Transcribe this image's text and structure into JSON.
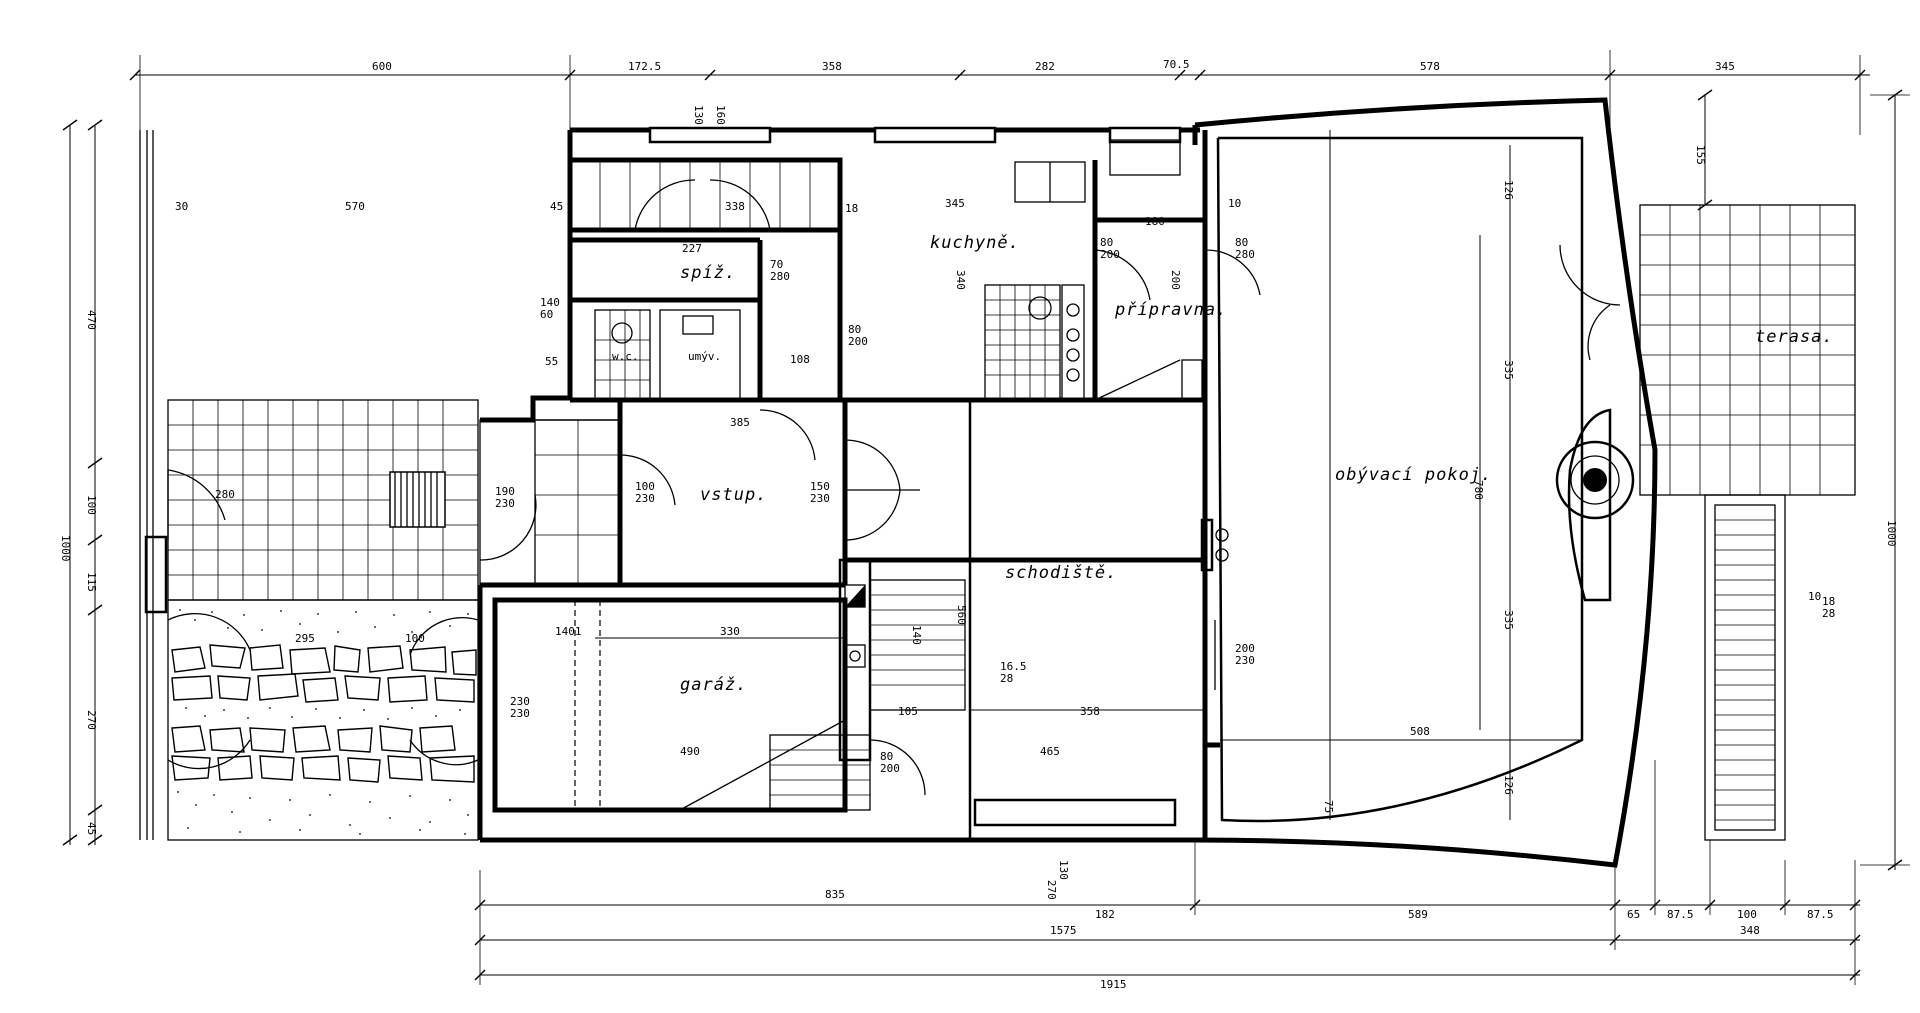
{
  "rooms": {
    "kuchyne": "kuchyně.",
    "spiz": "spíž.",
    "pripravna": "přípravna.",
    "terasa": "terasa.",
    "obyvaci_pokoj": "obývací pokoj.",
    "vstup": "vstup.",
    "schodiste": "schodiště.",
    "garaz": "garáž.",
    "wc": "w.c.",
    "umyv": "umýv."
  },
  "dimensions": {
    "top": [
      "600",
      "172.5",
      "358",
      "282",
      "70.5",
      "578",
      "345"
    ],
    "bottom_row1": [
      "835",
      "182",
      "589",
      "65",
      "87.5",
      "100",
      "87.5"
    ],
    "bottom_row2": [
      "1575",
      "348"
    ],
    "bottom_total": "1915",
    "left": [
      "470",
      "100",
      "115",
      "270",
      "45"
    ],
    "left_total": "1000",
    "right_total": "1000",
    "right_partial": "155"
  },
  "annotations": {
    "d30": "30",
    "d570": "570",
    "d45": "45",
    "d18": "18",
    "d345": "345",
    "d10": "10",
    "d130a": "130",
    "d160a": "160",
    "d338": "338",
    "d227": "227",
    "d70_280": "70\n280",
    "d140_60": "140\n60",
    "d55": "55",
    "d108": "108",
    "d80_200a": "80\n200",
    "d340": "340",
    "d180": "180",
    "d80_200b": "80\n200",
    "d200": "200",
    "d80_280": "80\n280",
    "d126a": "126",
    "d335a": "335",
    "d780": "780",
    "d335b": "335",
    "d126b": "126",
    "d508": "508",
    "d75": "75",
    "d385": "385",
    "d100_230a": "100\n230",
    "d150_230": "150\n230",
    "d190_230": "190\n230",
    "d280": "280",
    "d560": "560",
    "d140": "140",
    "d165_28": "16.5\n28",
    "d330": "330",
    "d1401": "1401",
    "d230_230": "230\n230",
    "d490": "490",
    "d105": "105",
    "d358": "358",
    "d465": "465",
    "d200_230": "200\n230",
    "d80_200c": "80\n200",
    "d130_270": "130\n270",
    "d295": "295",
    "d100": "100",
    "d18_28": "18\n28",
    "d10b": "10"
  }
}
